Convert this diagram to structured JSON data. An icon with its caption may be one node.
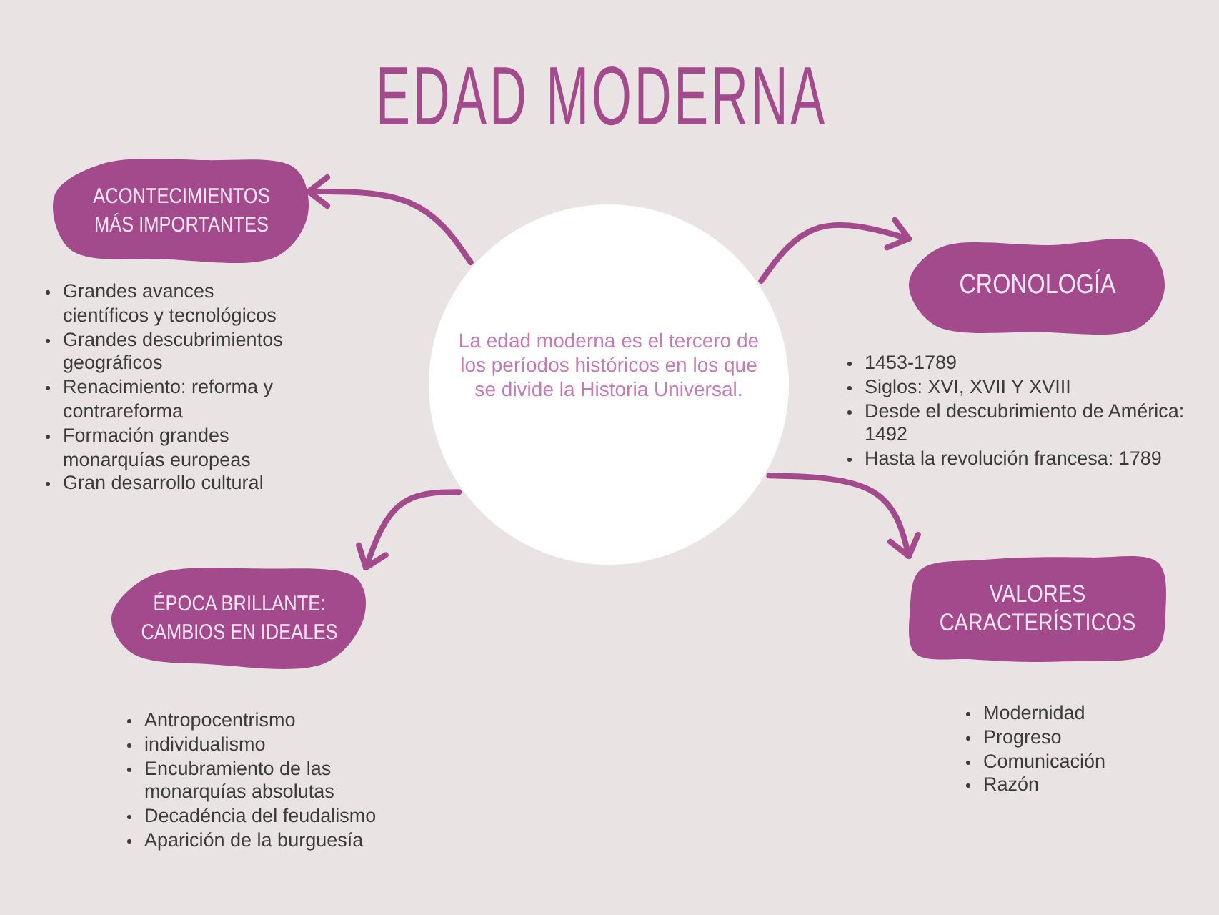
{
  "diagram": {
    "title": "EDAD MODERNA",
    "nodes": [
      {
        "text": [
          "ACONTECIMIENTOS MÁS IMPORTANTES"
        ],
        "beside": [
          "Grandes avances científicos y tecnológicos",
          "Grandes descubrimientos geográficos",
          "Renacimiento: reforma y contrareforma",
          "Formación grandes monarquías europeas",
          "Gran desarrollo cultural"
        ]
      },
      {
        "text": [
          "La edad moderna es el tercero de los períodos históricos en los que se divide la Historia Universal."
        ]
      },
      {
        "text": [
          "CRONOLOGÍA"
        ],
        "beside": [
          "1453-1789",
          "Siglos: XVI, XVII Y XVIII",
          "Desde el descubrimiento de América: 1492",
          "Hasta la revolución francesa: 1789"
        ]
      },
      {
        "text": [
          "ÉPOCA BRILLANTE: CAMBIOS EN IDEALES"
        ],
        "beside": [
          "Antropocentrismo",
          "individualismo",
          "Encubramiento de las monarquías absolutas",
          "Decadéncia del feudalismo",
          "Aparición de la burguesía"
        ]
      },
      {
        "text": [
          "VALORES CARACTERÍSTICOS"
        ],
        "beside": [
          "Modernidad",
          "Progreso",
          "Comunicación",
          "Razón"
        ]
      }
    ],
    "edges": [
      {
        "from": 1,
        "to": 0,
        "arrow": "to"
      },
      {
        "from": 1,
        "to": 2,
        "arrow": "to"
      },
      {
        "from": 1,
        "to": 3,
        "arrow": "to"
      },
      {
        "from": 1,
        "to": 4,
        "arrow": "to"
      }
    ]
  }
}
